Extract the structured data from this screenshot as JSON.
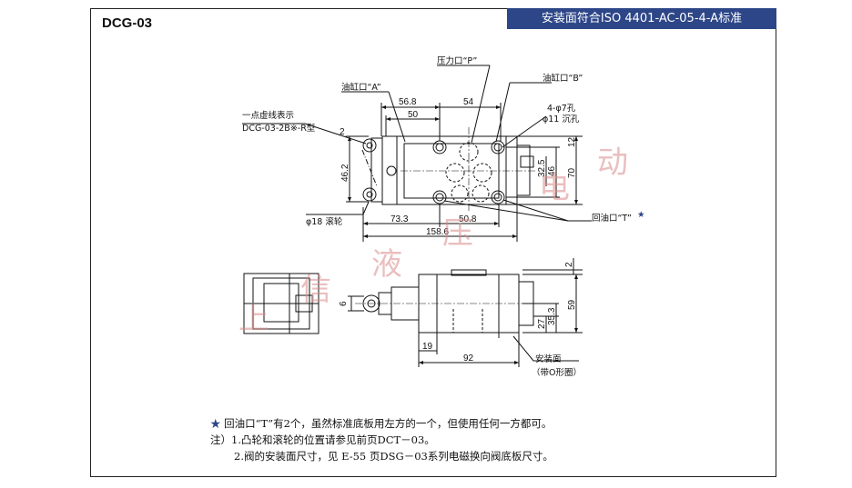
{
  "header": {
    "model": "DCG-03",
    "standard": "安装面符合ISO 4401-AC-05-4-A标准"
  },
  "top_view": {
    "port_p": "压力口“P”",
    "port_a": "油缸口“A”",
    "port_b": "油缸口“B”",
    "port_t": "回油口“T”",
    "port_t_star": "★",
    "holes_1": "4-φ7孔",
    "holes_2": "φ11 沉孔",
    "dash_note_1": "一点虚线表示",
    "dash_note_2": "DCG-03-2B※-R型",
    "roller": "φ18 滚轮",
    "dims": {
      "d56_8": "56.8",
      "d50": "50",
      "d54": "54",
      "d2": "2",
      "d46_2": "46.2",
      "d12": "12",
      "d32_5": "32.5",
      "d46": "46",
      "d70": "70",
      "d73_3": "73.3",
      "d50_8": "50.8",
      "d158_6": "158.6"
    }
  },
  "side_view": {
    "mount_face": "安装面",
    "mount_note": "（带O形圈）",
    "dims": {
      "d2": "2",
      "d6": "6",
      "d59": "59",
      "d35_3": "35.3",
      "d27": "27",
      "d19": "19",
      "d92": "92"
    }
  },
  "watermark": [
    "上",
    "信",
    "液",
    "压",
    "电",
    "动"
  ],
  "notes": {
    "star_symbol": "★",
    "star_line": "回油口“T”有2个，虽然标准底板用左方的一个，但使用任何一方都可。",
    "note_1": "注）1.凸轮和滚轮的位置请参见前页DCT－03。",
    "note_2": "2.阀的安装面尺寸，见 E-55 页DSG－03系列电磁换向阀底板尺寸。"
  }
}
